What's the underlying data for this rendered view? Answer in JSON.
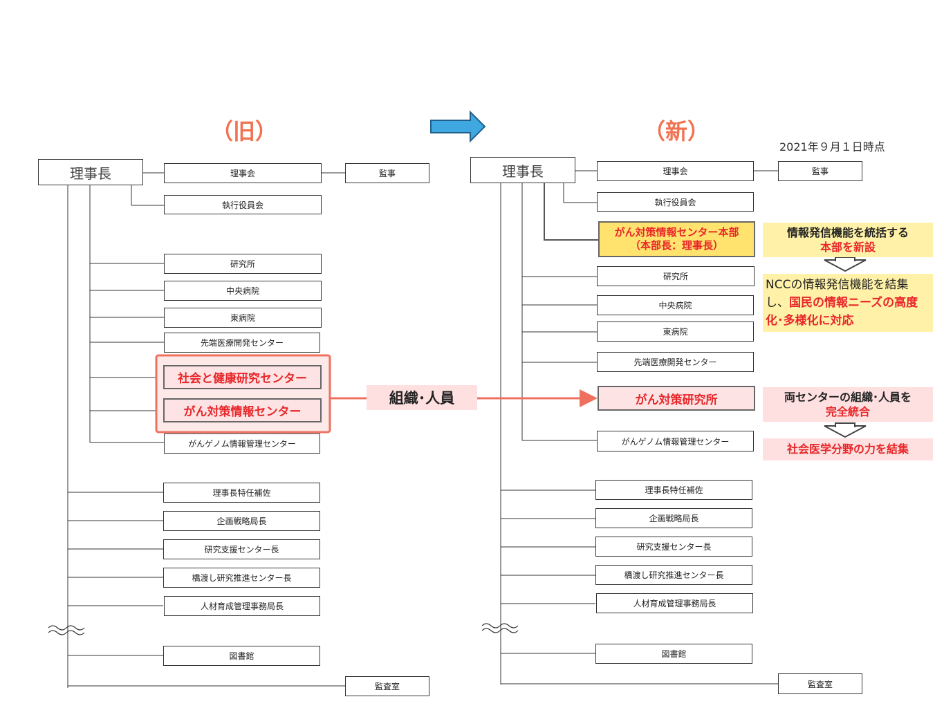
{
  "titles": {
    "old": "（旧）",
    "new": "（新）"
  },
  "as_of": "2021年９月１日時点",
  "old": {
    "root": "理事長",
    "board": "理事会",
    "auditor": "監事",
    "exec": "執行役員会",
    "centers": [
      "研究所",
      "中央病院",
      "東病院",
      "先端医療開発センター"
    ],
    "merged": [
      "社会と健康研究センター",
      "がん対策情報センター"
    ],
    "genome": "がんゲノム情報管理センター",
    "officers": [
      "理事長特任補佐",
      "企画戦略局長",
      "研究支援センター長",
      "橋渡し研究推進センター長",
      "人材育成管理事務局長"
    ],
    "library": "図書館",
    "audit_office": "監査室"
  },
  "new": {
    "root": "理事長",
    "board": "理事会",
    "auditor": "監事",
    "exec": "執行役員会",
    "hq_line1": "がん対策情報センター本部",
    "hq_line2": "（本部長：理事長）",
    "centers": [
      "研究所",
      "中央病院",
      "東病院",
      "先端医療開発センター"
    ],
    "merged": "がん対策研究所",
    "genome": "がんゲノム情報管理センター",
    "officers": [
      "理事長特任補佐",
      "企画戦略局長",
      "研究支援センター長",
      "橋渡し研究推進センター長",
      "人材育成管理事務局長"
    ],
    "library": "図書館",
    "audit_office": "監査室"
  },
  "flow_label": "組織･人員",
  "notes": {
    "hq_line1": "情報発信機能を統括する",
    "hq_line2": "本部を新設",
    "ncc_text1": "NCCの情報発信機能を結集し、",
    "ncc_text2": "国民の情報ニーズの高度化･多様化に対応",
    "merge_line1": "両センターの組織･人員を",
    "merge_line2": "完全統合",
    "power": "社会医学分野の力を結集"
  }
}
